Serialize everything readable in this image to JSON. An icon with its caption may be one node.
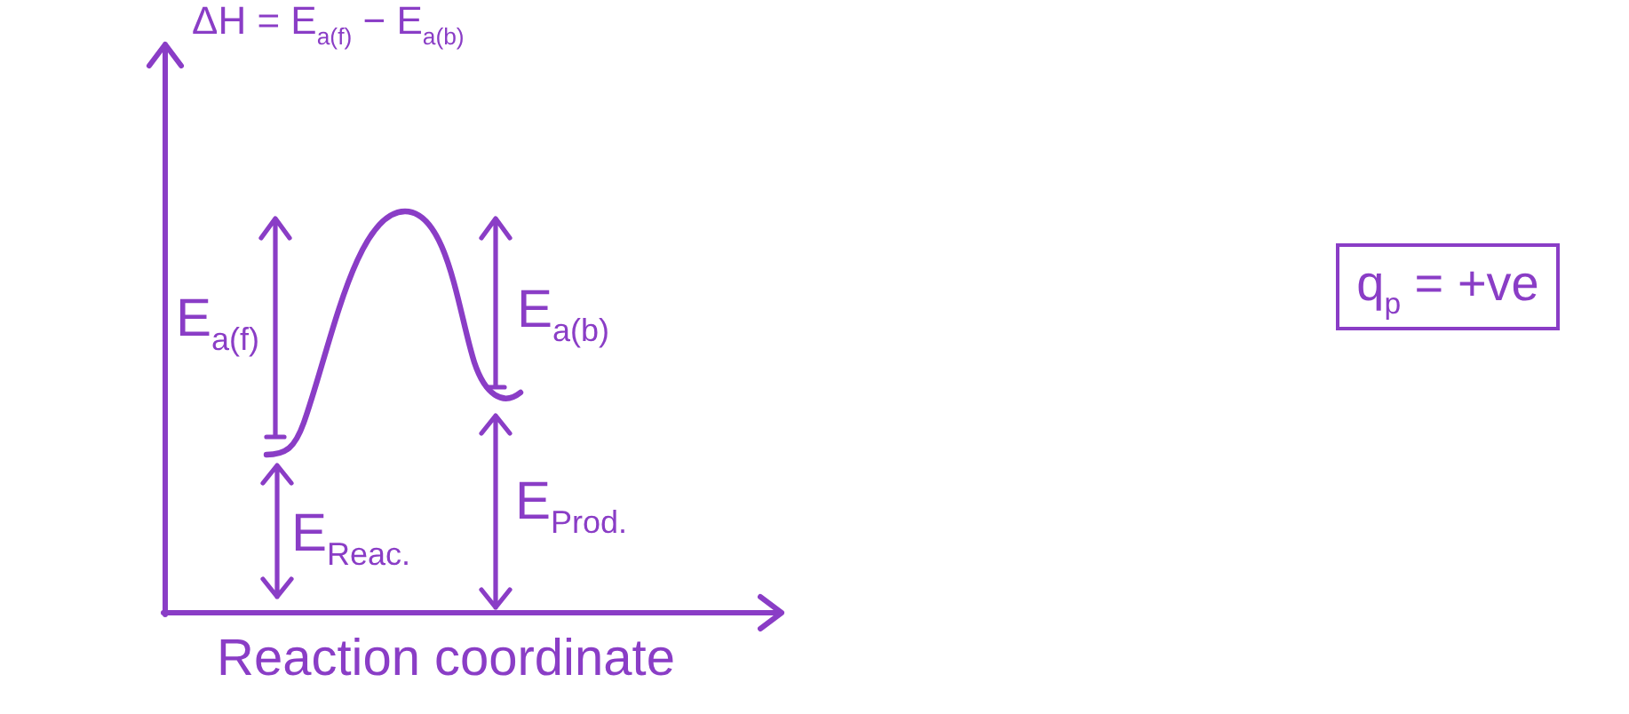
{
  "diagram": {
    "nodes": [
      {
        "text": [
          "q$_{p}$ = +ve"
        ]
      }
    ],
    "labels": [
      "ΔH = E$_{a(f)}$ − E$_{a(b)}$",
      "E$_{a(f)}$",
      "E$_{a(b)}$",
      "E$_{Reac.}$",
      "E$_{Prod.}$",
      "Reaction coordinate"
    ]
  }
}
